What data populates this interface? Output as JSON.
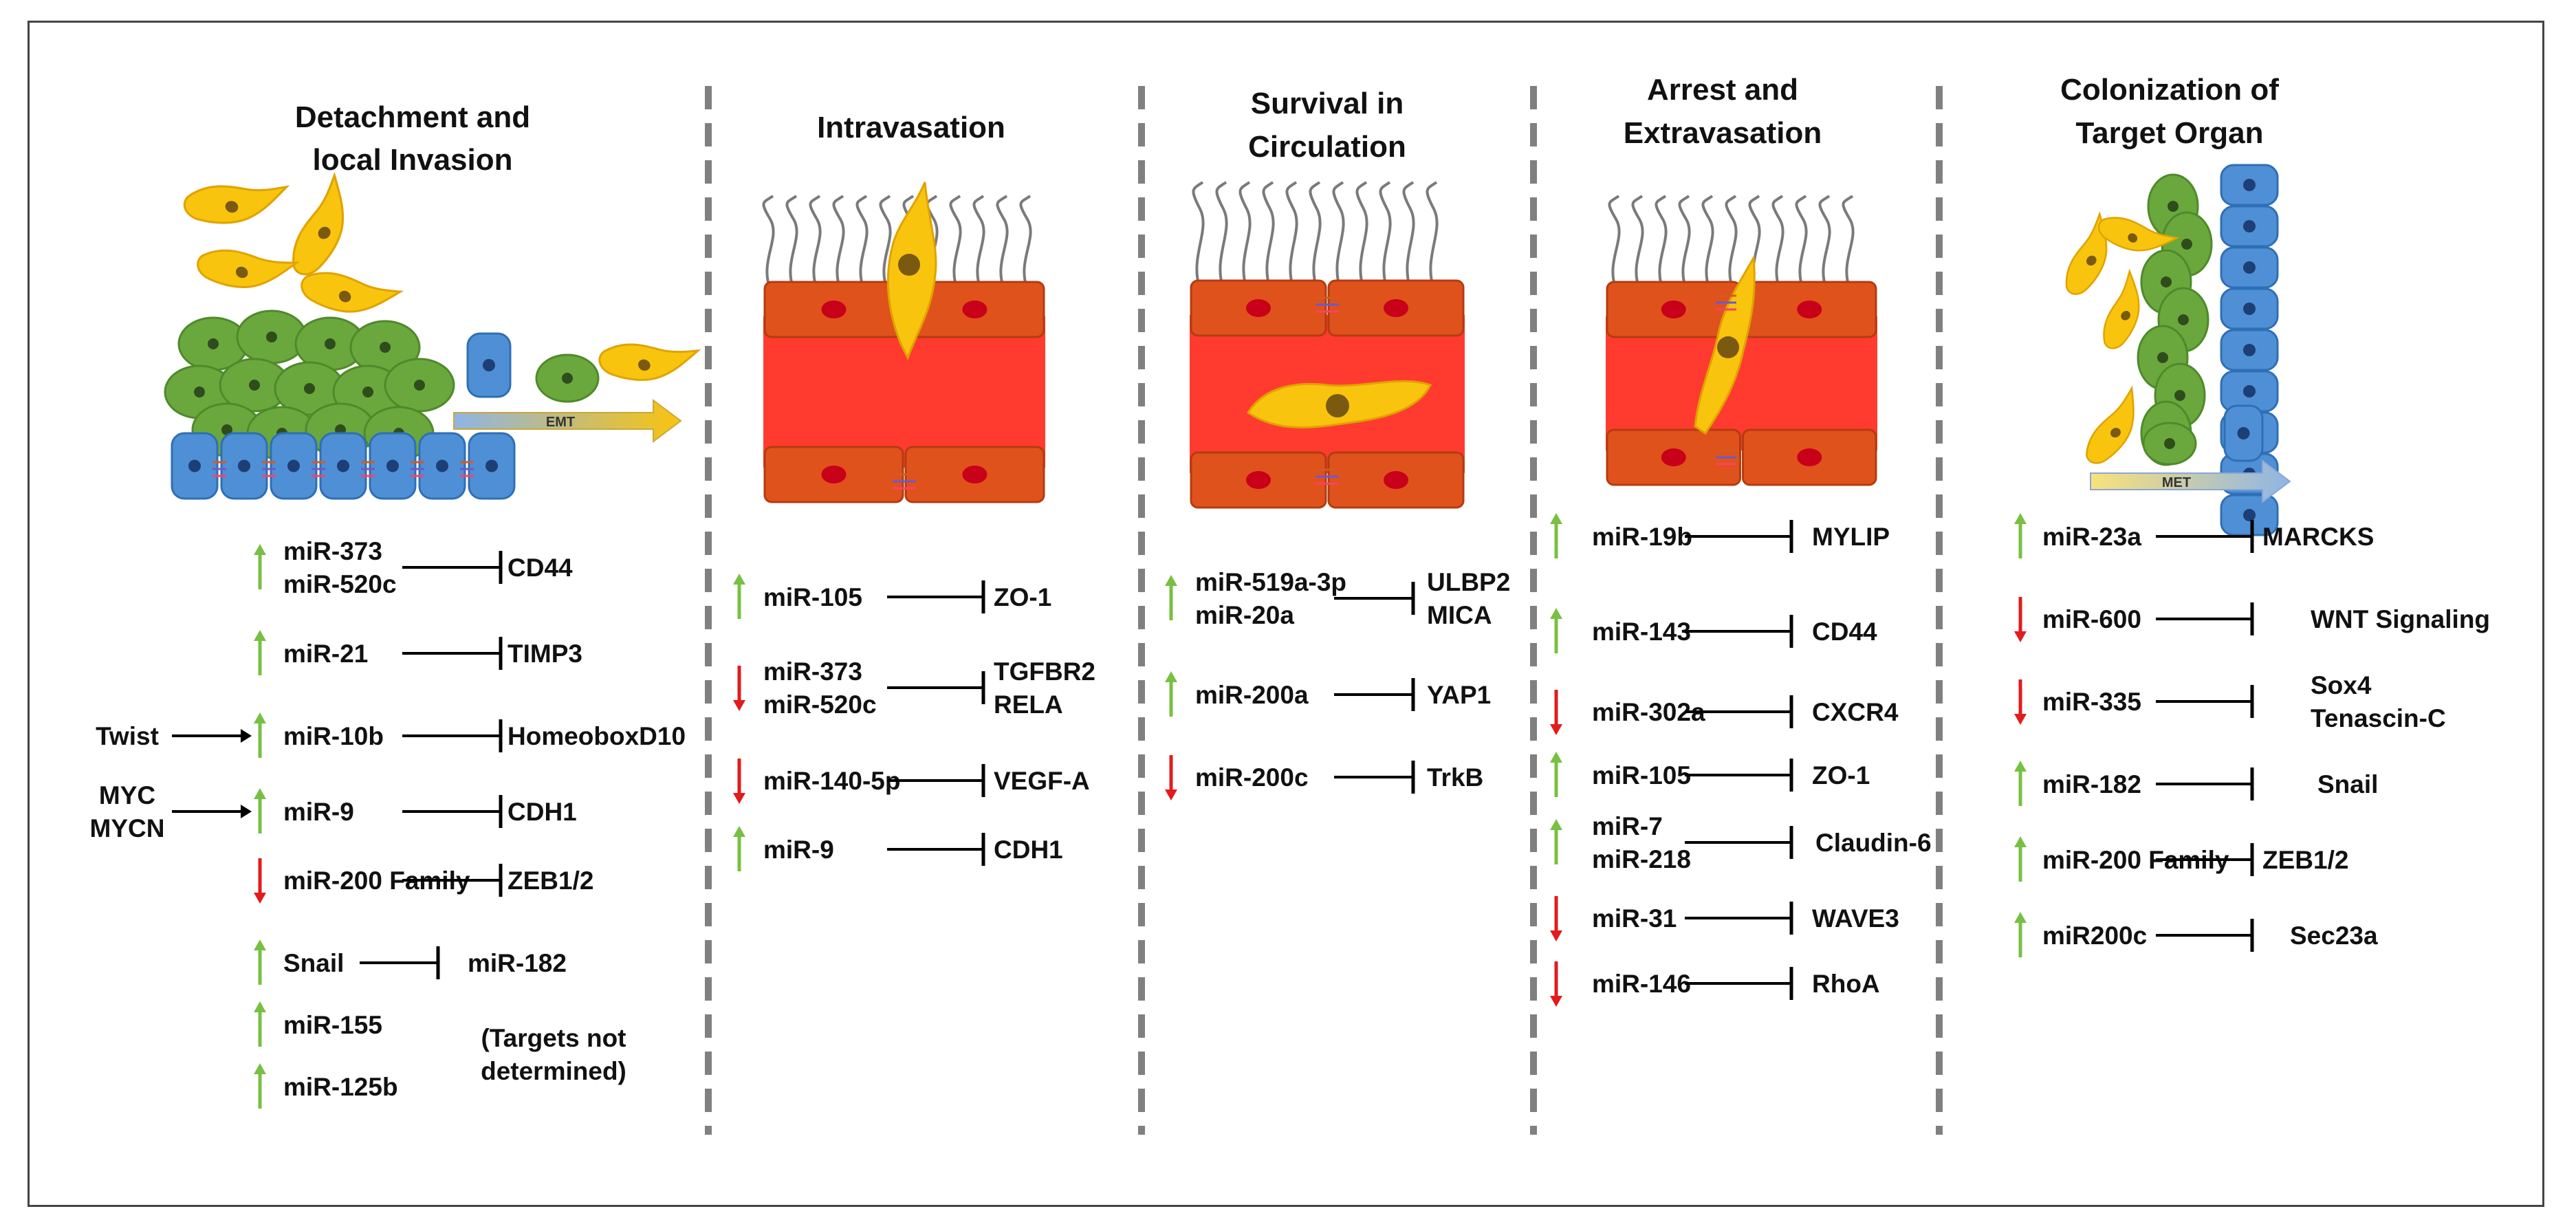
{
  "colors": {
    "up_arrow": "#78c043",
    "down_arrow": "#e21c1c",
    "vessel": "#ff3b30",
    "endothelial": "#e0521c",
    "tumor_yellow": "#f9c40d",
    "cell_green": "#6aa83d",
    "cell_blue": "#4f8fd6",
    "divider": "#808080"
  },
  "bars": {
    "emt": "EMT",
    "met": "MET"
  },
  "stages": [
    {
      "title": [
        "Detachment and",
        "local Invasion"
      ],
      "rows": [
        {
          "dir": "up",
          "mirna": [
            "miR-373",
            "miR-520c"
          ],
          "target": [
            "CD44"
          ]
        },
        {
          "dir": "up",
          "mirna": [
            "miR-21"
          ],
          "target": [
            "TIMP3"
          ]
        },
        {
          "dir": "up",
          "mirna": [
            "miR-10b"
          ],
          "target": [
            "HomeoboxD10"
          ],
          "upstream": [
            "Twist"
          ]
        },
        {
          "dir": "up",
          "mirna": [
            "miR-9"
          ],
          "target": [
            "CDH1"
          ],
          "upstream": [
            "MYC",
            "MYCN"
          ]
        },
        {
          "dir": "down",
          "mirna": [
            "miR-200 Family"
          ],
          "target": [
            "ZEB1/2"
          ]
        },
        {
          "dir": "up",
          "mirna": [
            "Snail"
          ],
          "target": [
            "miR-182"
          ]
        },
        {
          "dir": "up",
          "mirna": [
            "miR-155"
          ],
          "target": []
        },
        {
          "dir": "up",
          "mirna": [
            "miR-125b"
          ],
          "target": []
        }
      ],
      "note": [
        "(Targets not",
        "determined)"
      ]
    },
    {
      "title": [
        "Intravasation"
      ],
      "rows": [
        {
          "dir": "up",
          "mirna": [
            "miR-105"
          ],
          "target": [
            "ZO-1"
          ]
        },
        {
          "dir": "down",
          "mirna": [
            "miR-373",
            "miR-520c"
          ],
          "target": [
            "TGFBR2",
            "RELA"
          ]
        },
        {
          "dir": "down",
          "mirna": [
            "miR-140-5p"
          ],
          "target": [
            "VEGF-A"
          ]
        },
        {
          "dir": "up",
          "mirna": [
            "miR-9"
          ],
          "target": [
            "CDH1"
          ]
        }
      ]
    },
    {
      "title": [
        "Survival in",
        "Circulation"
      ],
      "rows": [
        {
          "dir": "up",
          "mirna": [
            "miR-519a-3p",
            "miR-20a"
          ],
          "target": [
            "ULBP2",
            "MICA"
          ]
        },
        {
          "dir": "up",
          "mirna": [
            "miR-200a"
          ],
          "target": [
            "YAP1"
          ]
        },
        {
          "dir": "down",
          "mirna": [
            "miR-200c"
          ],
          "target": [
            "TrkB"
          ]
        }
      ]
    },
    {
      "title": [
        "Arrest and",
        "Extravasation"
      ],
      "rows": [
        {
          "dir": "up",
          "mirna": [
            "miR-19b"
          ],
          "target": [
            "MYLIP"
          ]
        },
        {
          "dir": "up",
          "mirna": [
            "miR-143"
          ],
          "target": [
            "CD44"
          ]
        },
        {
          "dir": "down",
          "mirna": [
            "miR-302a"
          ],
          "target": [
            "CXCR4"
          ]
        },
        {
          "dir": "up",
          "mirna": [
            "miR-105"
          ],
          "target": [
            "ZO-1"
          ]
        },
        {
          "dir": "up",
          "mirna": [
            "miR-7",
            "miR-218"
          ],
          "target": [
            "Claudin-6"
          ]
        },
        {
          "dir": "down",
          "mirna": [
            "miR-31"
          ],
          "target": [
            "WAVE3"
          ]
        },
        {
          "dir": "down",
          "mirna": [
            "miR-146"
          ],
          "target": [
            "RhoA"
          ]
        }
      ]
    },
    {
      "title": [
        "Colonization of",
        "Target Organ"
      ],
      "rows": [
        {
          "dir": "up",
          "mirna": [
            "miR-23a"
          ],
          "target": [
            "MARCKS"
          ]
        },
        {
          "dir": "down",
          "mirna": [
            "miR-600"
          ],
          "target": [
            "WNT Signaling"
          ]
        },
        {
          "dir": "down",
          "mirna": [
            "miR-335"
          ],
          "target": [
            "Sox4",
            "Tenascin-C"
          ]
        },
        {
          "dir": "up",
          "mirna": [
            "miR-182"
          ],
          "target": [
            "Snail"
          ]
        },
        {
          "dir": "up",
          "mirna": [
            "miR-200 Family"
          ],
          "target": [
            "ZEB1/2"
          ]
        },
        {
          "dir": "up",
          "mirna": [
            "miR200c"
          ],
          "target": [
            "Sec23a"
          ]
        }
      ]
    }
  ]
}
